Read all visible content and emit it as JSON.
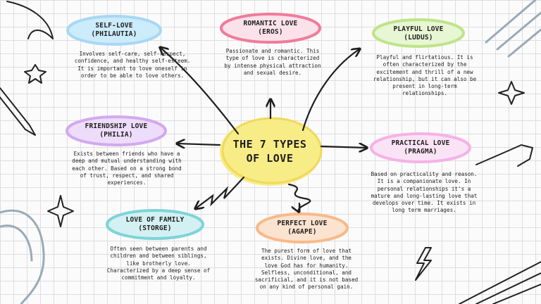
{
  "center": {
    "line1": "THE 7 TYPES",
    "line2": "OF LOVE"
  },
  "types": [
    {
      "id": "self",
      "title1": "SELF-LOVE",
      "title2": "(PHILAUTIA)",
      "color": "#a9d7f5",
      "description": "Involves self-care, self-respect, confidence, and healthy self-esteem. It is important to love oneself in order to be able to love others."
    },
    {
      "id": "romantic",
      "title1": "ROMANTIC LOVE",
      "title2": "(EROS)",
      "color": "#f07c99",
      "description": "Passionate and romantic. This type of love is characterized by intense physical attraction and sexual desire."
    },
    {
      "id": "playful",
      "title1": "PLAYFUL LOVE",
      "title2": "(LUDUS)",
      "color": "#bfe48a",
      "description": "Playful and flirtatious. It is often characterized by the excitement and thrill of a new relationship, but it can also be present in long-term relationships."
    },
    {
      "id": "friendship",
      "title1": "FRIENDSHIP LOVE",
      "title2": "(PHILIA)",
      "color": "#d2a9ef",
      "description": "Exists between friends who have a deep and mutual understanding with each other. Based on a strong bond of trust, respect, and shared experiences."
    },
    {
      "id": "practical",
      "title1": "PRACTICAL LOVE",
      "title2": "(PRAGMA)",
      "color": "#f5b2e6",
      "description": "Based on practicality and reason. It is a companionate love. In personal relationships it's a mature and long-lasting love that develops over time. It exists in long term marriages."
    },
    {
      "id": "family",
      "title1": "LOVE OF FAMILY",
      "title2": "(STORGE)",
      "color": "#7ed3d8",
      "description": "Often seen between parents and children and between siblings, like brotherly love. Characterized by a deep sense of commitment and loyalty."
    },
    {
      "id": "perfect",
      "title1": "PERFECT LOVE",
      "title2": "(AGAPE)",
      "color": "#f7ba8a",
      "description": "The purest form of love that exists. Divine love, and the love God has for humanity. Selfless, unconditional, and sacrificial, and it is not based on any kind of personal gain."
    }
  ],
  "colors": {
    "center": "#f7ec86",
    "ink": "#1e1e1e"
  }
}
